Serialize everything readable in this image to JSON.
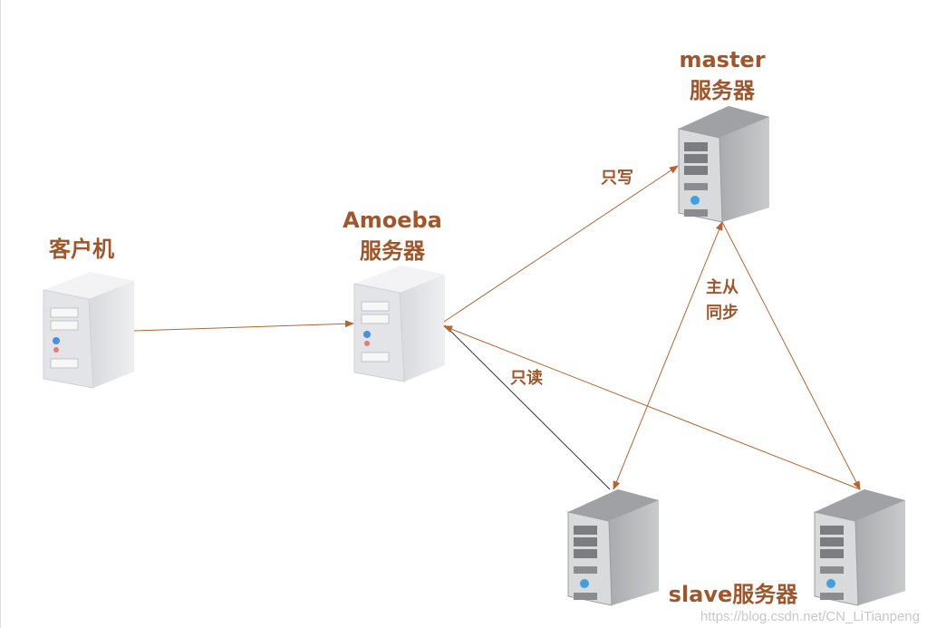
{
  "nodes": {
    "client": {
      "label": "客户机"
    },
    "amoeba": {
      "line1": "Amoeba",
      "line2": "服务器"
    },
    "master": {
      "line1": "master",
      "line2": "服务器"
    },
    "slave": {
      "label": "slave服务器"
    }
  },
  "edges": {
    "write": "只写",
    "read": "只读",
    "sync_line1": "主从",
    "sync_line2": "同步"
  },
  "watermark": "https://blog.csdn.net/CN_LiTianpeng",
  "colors": {
    "label": "#a0562a",
    "arrow": "#b5652f",
    "read_line": "#333333"
  }
}
